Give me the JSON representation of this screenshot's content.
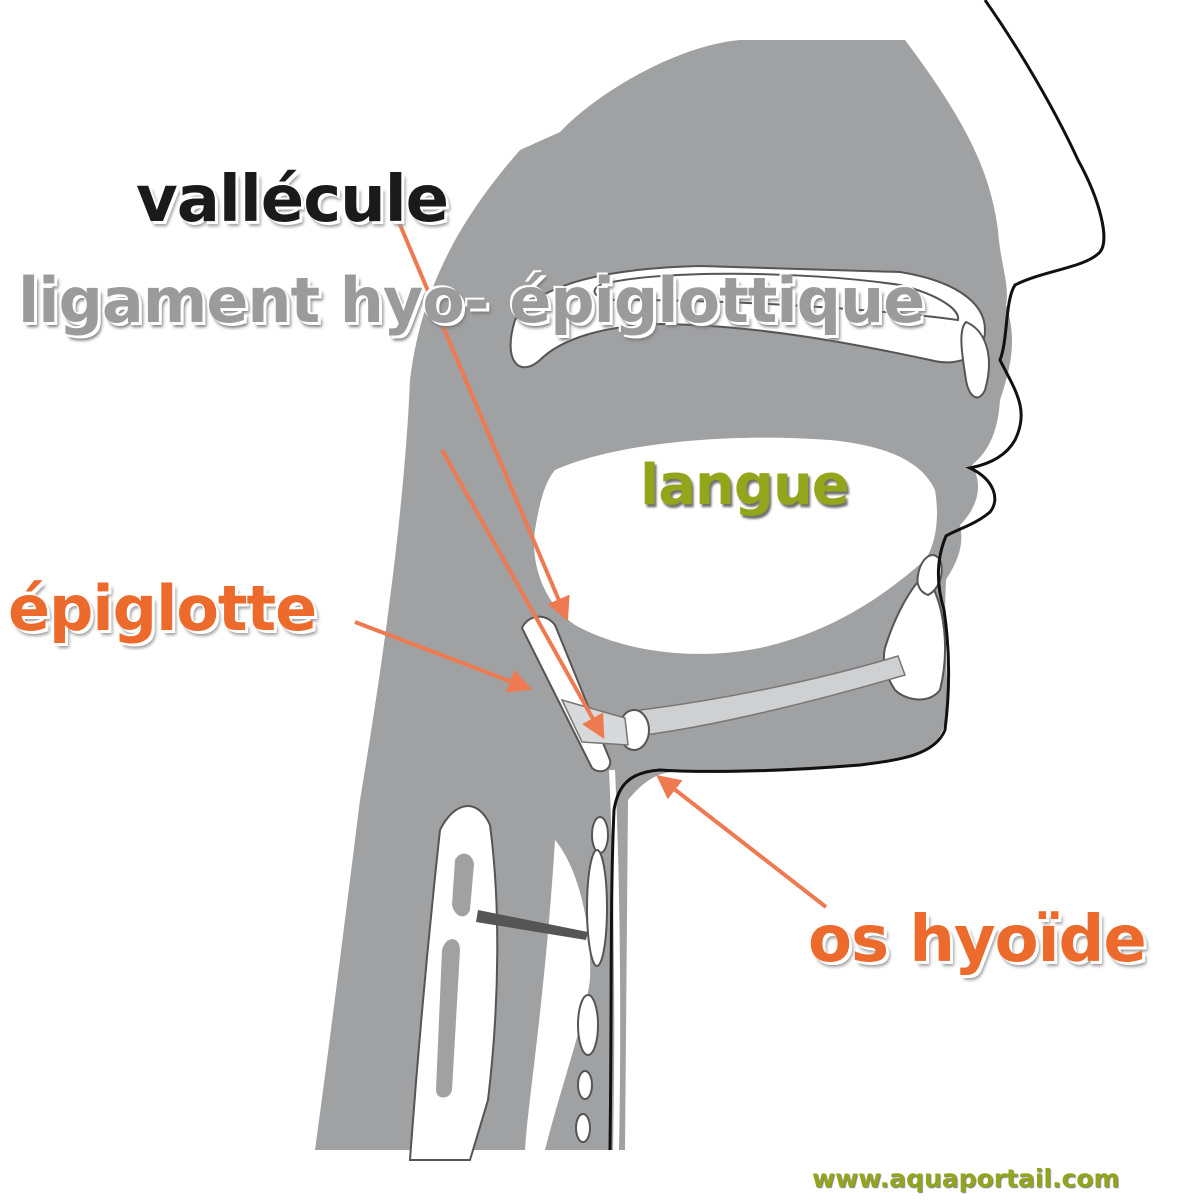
{
  "labels": {
    "vallecule": "vallécule",
    "ligament": "ligament hyo- épiglottique",
    "langue": "langue",
    "epiglotte": "épiglotte",
    "hyoide": "os hyoïde"
  },
  "website": "www.aquaportail.com",
  "colors": {
    "tissue": "#a0a1a3",
    "outline": "#111111",
    "bone": "#ffffff",
    "arrow": "#ee7a52",
    "label_orange": "#ec6a2b",
    "label_green": "#92a51b",
    "label_gray": "#9b9b9b",
    "label_dark": "#1a1a1a"
  }
}
